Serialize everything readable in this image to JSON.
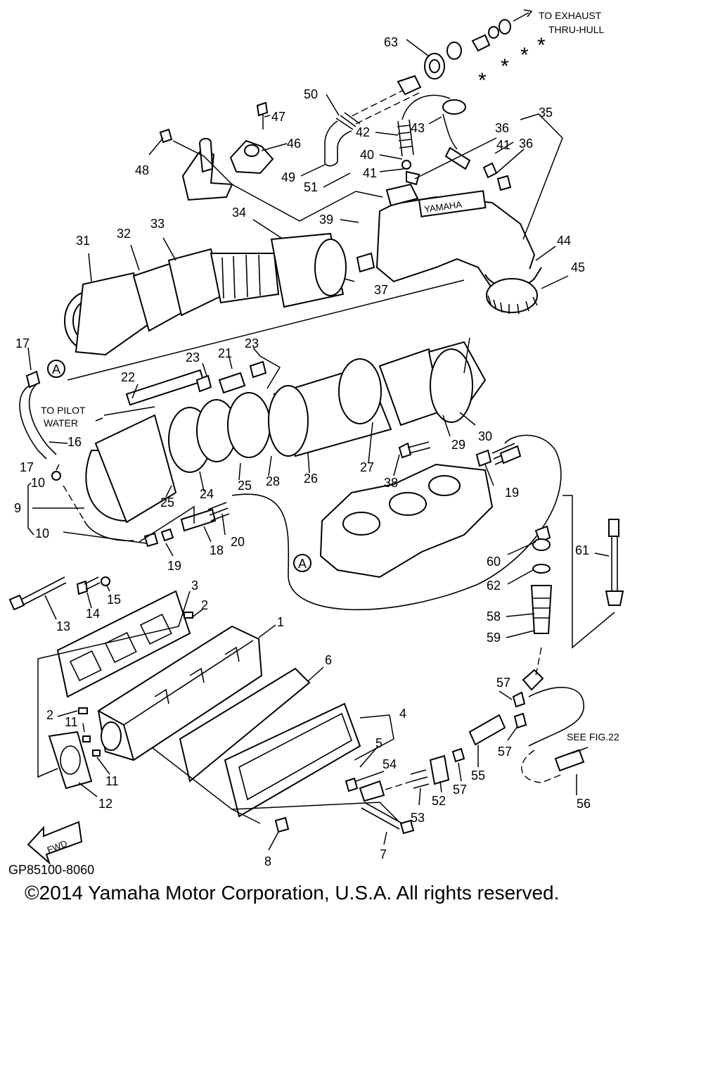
{
  "diagram": {
    "notes": {
      "exhaust": [
        "TO EXHAUST",
        "THRU-HULL"
      ],
      "pilot": [
        "TO PILOT",
        "WATER"
      ],
      "see_fig": "SEE FIG.22",
      "brand_mark": "YAMAHA",
      "fwd": "FWD",
      "asterisk": "*",
      "ref_mark": "A",
      "drawing_code": "GP85100-8060"
    },
    "callouts": [
      "1",
      "2",
      "2",
      "3",
      "4",
      "5",
      "6",
      "7",
      "8",
      "9",
      "10",
      "10",
      "11",
      "11",
      "12",
      "13",
      "14",
      "15",
      "16",
      "17",
      "17",
      "18",
      "19",
      "19",
      "20",
      "21",
      "22",
      "23",
      "23",
      "24",
      "25",
      "25",
      "26",
      "27",
      "28",
      "29",
      "30",
      "31",
      "32",
      "33",
      "34",
      "35",
      "36",
      "36",
      "37",
      "38",
      "39",
      "40",
      "41",
      "41",
      "42",
      "43",
      "44",
      "45",
      "46",
      "47",
      "48",
      "49",
      "50",
      "51",
      "52",
      "53",
      "54",
      "55",
      "56",
      "57",
      "57",
      "57",
      "58",
      "59",
      "60",
      "61",
      "62",
      "63"
    ]
  },
  "copyright": "©2014 Yamaha Motor Corporation, U.S.A. All rights reserved."
}
